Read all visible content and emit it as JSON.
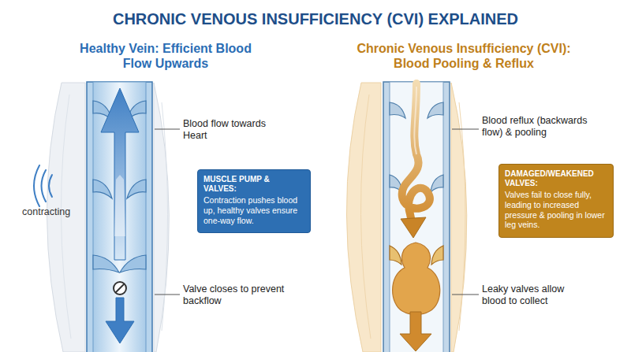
{
  "diagram": {
    "title": "CHRONIC VENOUS INSUFFICIENCY (CVI) EXPLAINED",
    "nodes": [
      {
        "text": [
          "MUSCLE PUMP & VALVES:",
          "Contraction pushes blood up, healthy valves ensure one-way flow."
        ]
      },
      {
        "text": [
          "DAMAGED/WEAKENED VALVES:",
          "Valves fail to close fully, leading to increased pressure & pooling in lower leg veins."
        ]
      }
    ],
    "labels": [
      "Healthy Vein: Efficient Blood Flow Upwards",
      "Chronic Venous Insufficiency (CVI): Blood Pooling & Reflux",
      "Blood flow towards Heart",
      "contracting",
      "Valve closes to prevent backflow",
      "Blood reflux (backwards flow) & pooling",
      "Leaky valves allow blood to collect"
    ]
  }
}
